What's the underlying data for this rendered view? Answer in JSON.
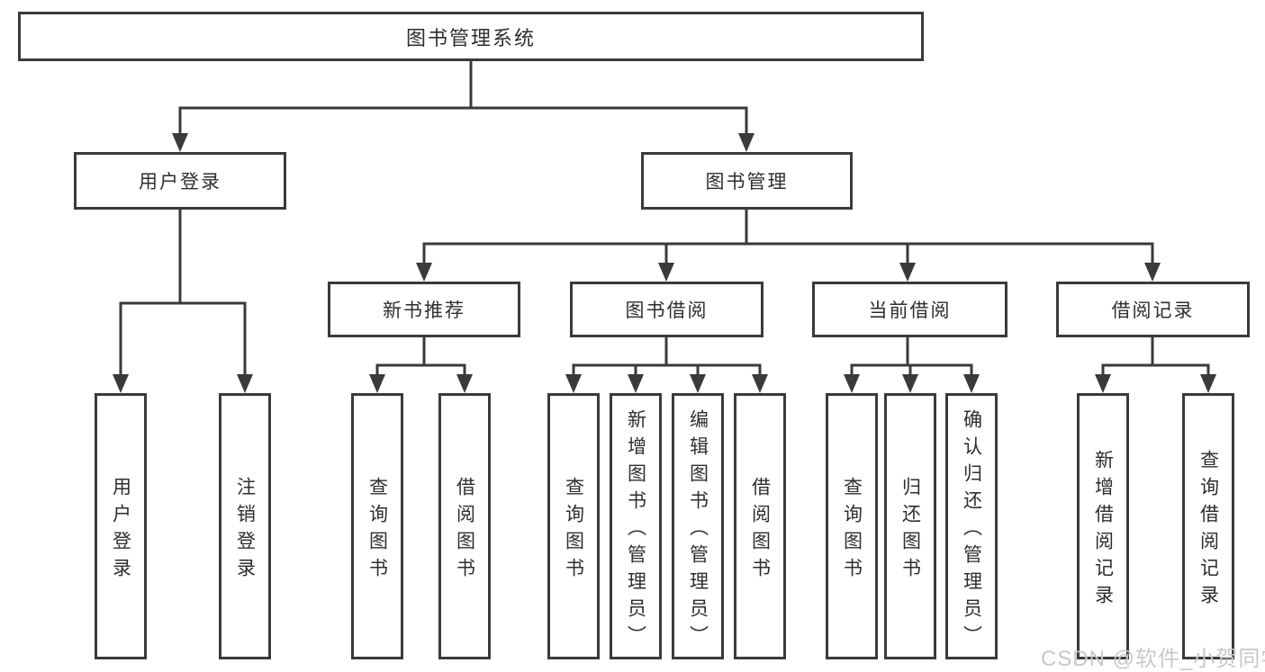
{
  "tree": {
    "label": "图书管理系统",
    "children": [
      {
        "label": "用户登录",
        "children": [
          {
            "label": "用户登录"
          },
          {
            "label": "注销登录"
          }
        ]
      },
      {
        "label": "图书管理",
        "children": [
          {
            "label": "新书推荐",
            "children": [
              {
                "label": "查询图书"
              },
              {
                "label": "借阅图书"
              }
            ]
          },
          {
            "label": "图书借阅",
            "children": [
              {
                "label": "查询图书"
              },
              {
                "label": "新增图书（管理员）"
              },
              {
                "label": "编辑图书（管理员）"
              },
              {
                "label": "借阅图书"
              }
            ]
          },
          {
            "label": "当前借阅",
            "children": [
              {
                "label": "查询图书"
              },
              {
                "label": "归还图书"
              },
              {
                "label": "确认归还（管理员）"
              }
            ]
          },
          {
            "label": "借阅记录",
            "children": [
              {
                "label": "新增借阅记录"
              },
              {
                "label": "查询借阅记录"
              }
            ]
          }
        ]
      }
    ]
  },
  "watermark": {
    "text": "CSDN @软件_小贺同学"
  },
  "colors": {
    "line": "#3a3a3a",
    "text": "#2e2e2e",
    "watermark": "#c8c8c8",
    "background": "#ffffff"
  }
}
